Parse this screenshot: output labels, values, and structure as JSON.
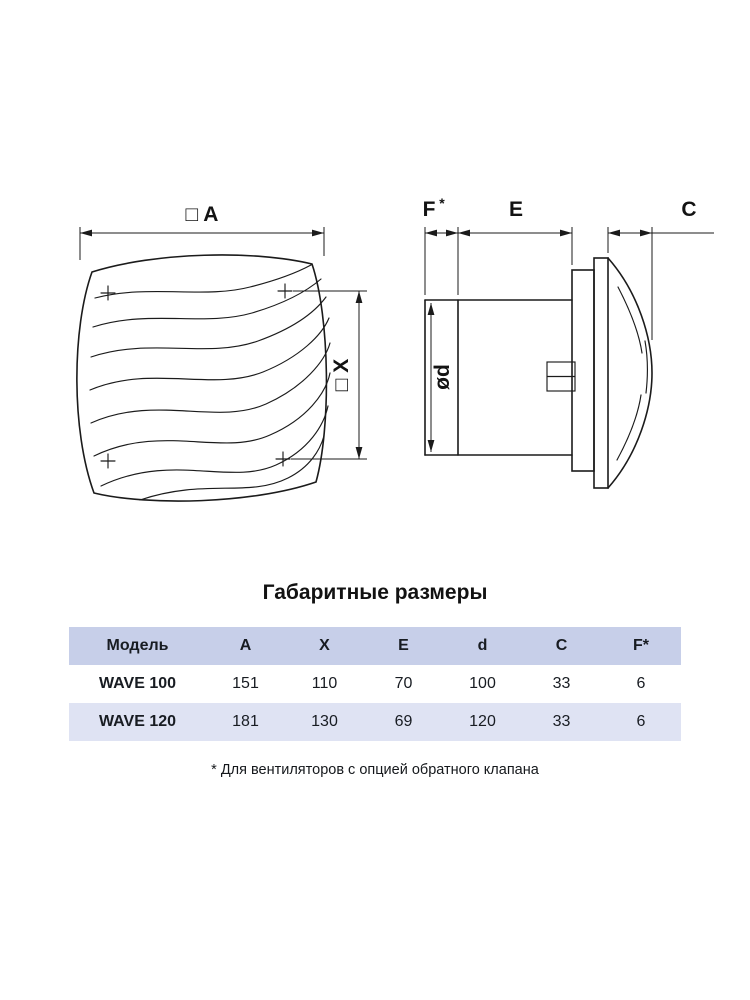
{
  "title": "Габаритные размеры",
  "footnote": "* Для вентиляторов с опцией обратного клапана",
  "drawing": {
    "front_view": {
      "dim_a_label": "□ A",
      "dim_x_label": "□ X"
    },
    "side_view": {
      "dim_f_label": "F",
      "dim_f_star": "*",
      "dim_e_label": "E",
      "dim_c_label": "C",
      "dim_d_label": "ød"
    }
  },
  "table": {
    "headers": [
      "Модель",
      "A",
      "X",
      "E",
      "d",
      "C",
      "F*"
    ],
    "rows": [
      {
        "model": "WAVE 100",
        "values": [
          "151",
          "110",
          "70",
          "100",
          "33",
          "6"
        ]
      },
      {
        "model": "WAVE 120",
        "values": [
          "181",
          "130",
          "69",
          "120",
          "33",
          "6"
        ]
      }
    ]
  },
  "colors": {
    "header_bg": "#c7cfe9",
    "row_alt_bg": "#dfe3f3",
    "line": "#1b1b1b"
  }
}
